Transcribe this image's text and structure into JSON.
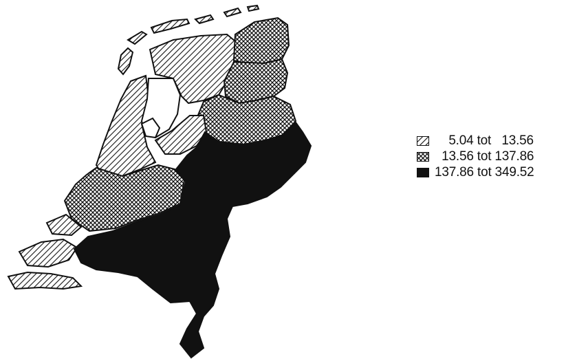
{
  "map": {
    "legend": [
      {
        "label": "    5.04 tot   13.56",
        "pattern": "diagonal-hatch"
      },
      {
        "label": "  13.56 tot 137.86",
        "pattern": "cross-hatch"
      },
      {
        "label": "137.86 tot 349.52",
        "pattern": "solid"
      }
    ]
  },
  "colors": {
    "ink": "#111111",
    "background": "#ffffff"
  }
}
